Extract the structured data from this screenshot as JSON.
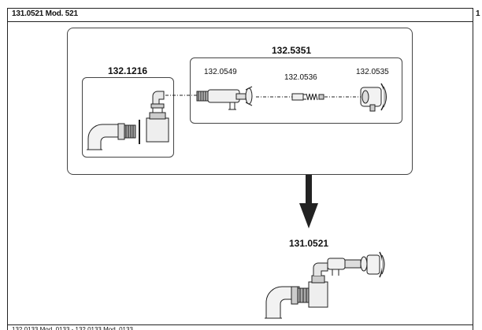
{
  "header": {
    "title": "131.0521 Mod. 521",
    "right_label": "1"
  },
  "groups": {
    "outer_label": "132.5351",
    "left_label": "132.1216"
  },
  "parts": {
    "p1": "132.0549",
    "p2": "132.0536",
    "p3": "132.0535"
  },
  "result": {
    "label": "131.0521"
  },
  "footer": {
    "text": "132.0133 Mod. 0133 - 132.0133 Mod. 0133"
  }
}
